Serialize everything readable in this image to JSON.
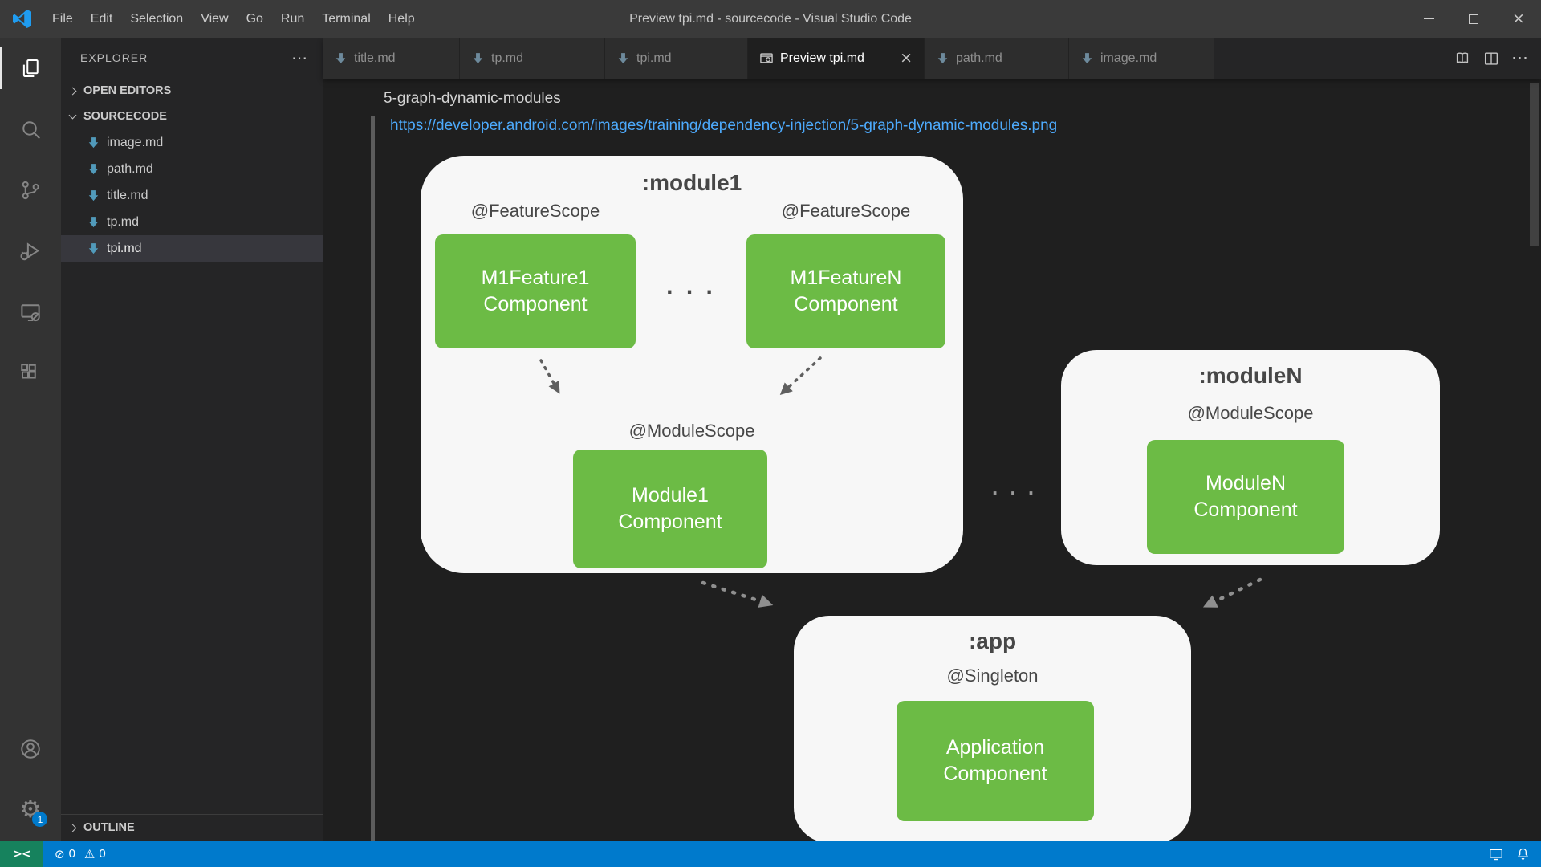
{
  "window": {
    "title": "Preview tpi.md - sourcecode - Visual Studio Code",
    "menus": [
      "File",
      "Edit",
      "Selection",
      "View",
      "Go",
      "Run",
      "Terminal",
      "Help"
    ]
  },
  "icons": {
    "close": "×",
    "more": "⋯",
    "remote": "><",
    "error": "⊘",
    "warning": "⚠",
    "gear": "⚙"
  },
  "activity_bar": {
    "badge": "1"
  },
  "sidebar": {
    "header": "EXPLORER",
    "open_editors": "OPEN EDITORS",
    "folder": "SOURCECODE",
    "outline": "OUTLINE",
    "files": [
      {
        "label": "image.md"
      },
      {
        "label": "path.md"
      },
      {
        "label": "title.md"
      },
      {
        "label": "tp.md"
      },
      {
        "label": "tpi.md",
        "selected": true
      }
    ]
  },
  "tabs": [
    {
      "label": "title.md"
    },
    {
      "label": "tp.md"
    },
    {
      "label": "tpi.md"
    },
    {
      "label": "Preview tpi.md",
      "active": true
    },
    {
      "label": "path.md"
    },
    {
      "label": "image.md"
    }
  ],
  "preview": {
    "heading": "5-graph-dynamic-modules",
    "link": "https://developer.android.com/images/training/dependency-injection/5-graph-dynamic-modules.png"
  },
  "diagram": {
    "module1": {
      "title": ":module1",
      "feature_scope_left": "@FeatureScope",
      "feature_scope_right": "@FeatureScope",
      "feature1": "M1Feature1 Component",
      "featureN": "M1FeatureN Component",
      "ellipsis": ". . .",
      "module_scope": "@ModuleScope",
      "component": "Module1 Component"
    },
    "moduleN": {
      "title": ":moduleN",
      "module_scope": "@ModuleScope",
      "component": "ModuleN Component"
    },
    "app": {
      "title": ":app",
      "singleton": "@Singleton",
      "component": "Application Component"
    },
    "ellipsis_between": ". . .",
    "colors": {
      "component_green": "#6cbb45",
      "container_bg": "#f7f7f7",
      "label_color": "#474747",
      "link_blue": "#4daafc",
      "status_blue": "#007acc",
      "remote_green": "#16825d"
    }
  },
  "status_bar": {
    "errors": "0",
    "warnings": "0"
  }
}
